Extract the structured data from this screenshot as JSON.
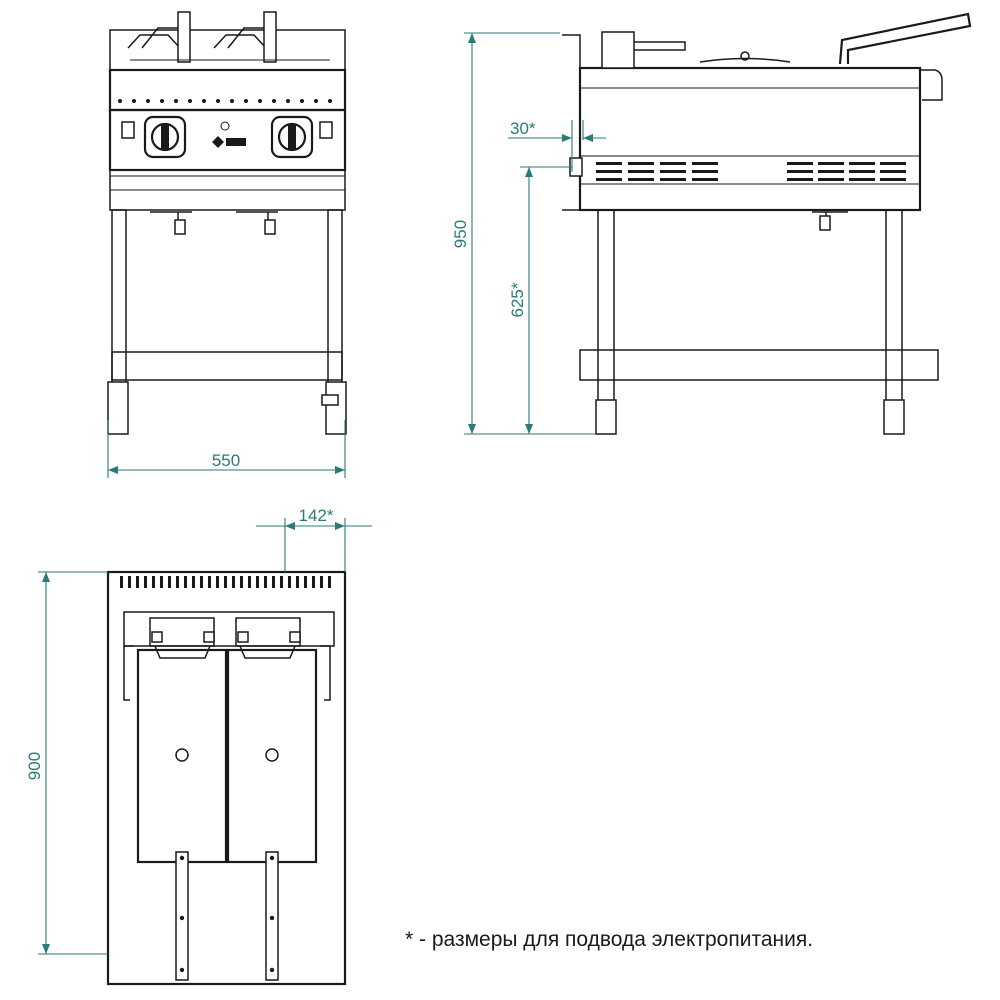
{
  "views": {
    "front": {
      "width_label": "550"
    },
    "side": {
      "height_label": "950",
      "connection_height_label": "625*",
      "connection_offset_label": "30*"
    },
    "top": {
      "depth_label": "900",
      "connection_side_label": "142*"
    }
  },
  "footnote": "* - размеры для подвода электропитания.",
  "colors": {
    "dimension": "#2b7a7a",
    "outline": "#1a1a1a"
  }
}
